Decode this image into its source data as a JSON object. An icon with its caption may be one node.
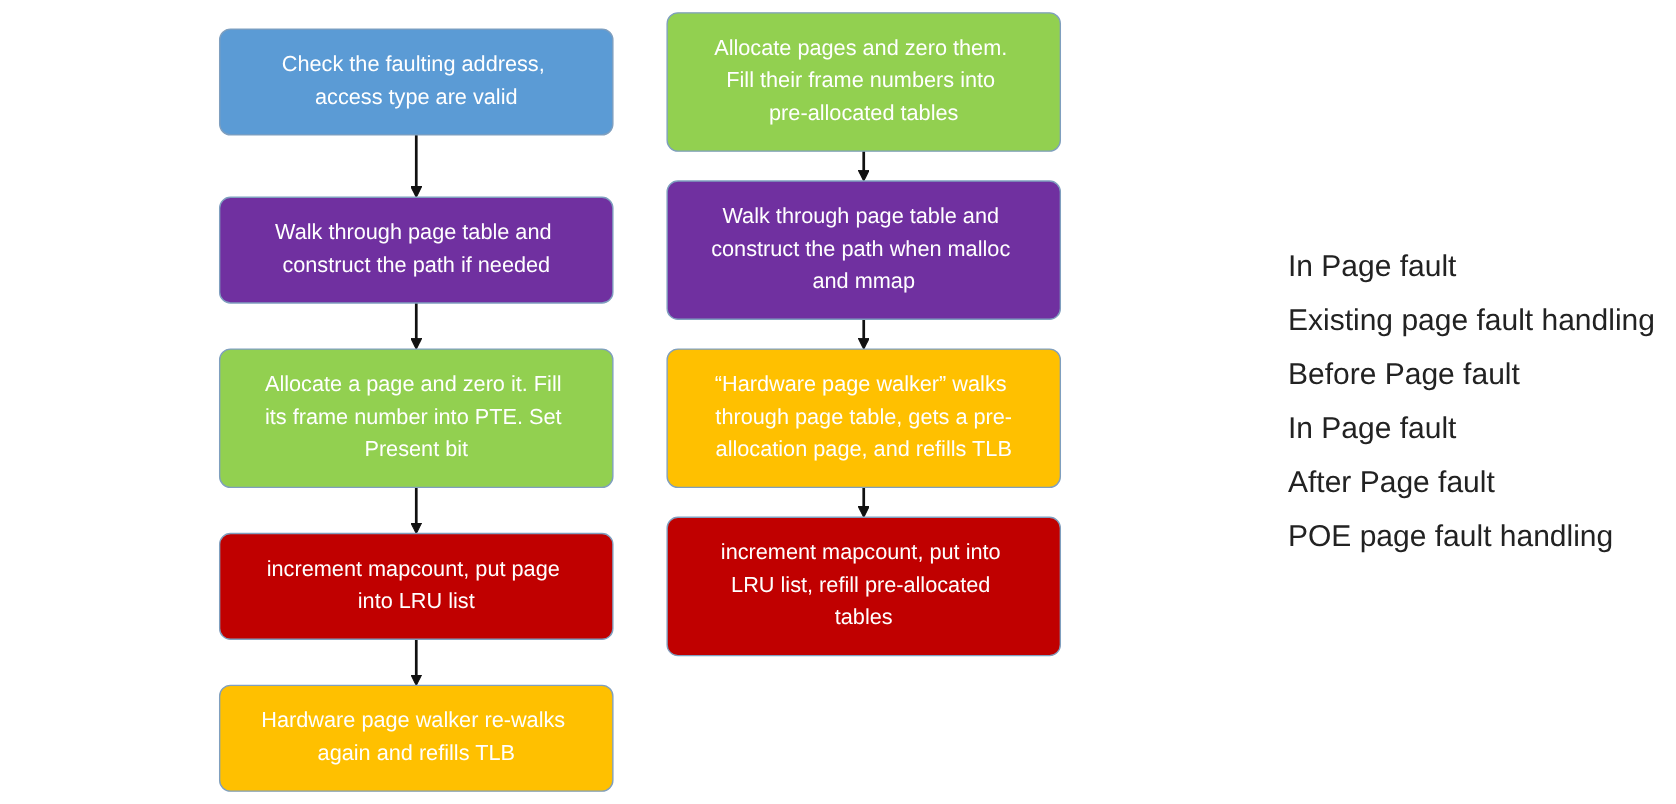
{
  "diagram": {
    "nodes": [
      {
        "text": [
          "Check the faulting address, access type are valid"
        ]
      },
      {
        "text": [
          "Walk through page table and construct the path if needed"
        ]
      },
      {
        "text": [
          "Allocate a page and zero it. Fill its frame number into PTE. Set Present bit"
        ]
      },
      {
        "text": [
          "increment mapcount, put page into LRU list"
        ]
      },
      {
        "text": [
          "Hardware page walker re-walks again and refills TLB"
        ]
      },
      {
        "text": [
          "Allocate pages and zero them. Fill their frame numbers into pre-allocated tables"
        ]
      },
      {
        "text": [
          "Walk through page table and construct the path when malloc and mmap"
        ]
      },
      {
        "text": [
          "“Hardware page walker” walks through page table, gets a pre-allocation page, and refills TLB"
        ]
      },
      {
        "text": [
          "increment mapcount, put into LRU list, refill pre-allocated tables"
        ]
      }
    ],
    "edges": [
      {
        "from": 0,
        "to": 1,
        "arrow": "to"
      },
      {
        "from": 1,
        "to": 2,
        "arrow": "to"
      },
      {
        "from": 2,
        "to": 3,
        "arrow": "to"
      },
      {
        "from": 3,
        "to": 4,
        "arrow": "to"
      },
      {
        "from": 5,
        "to": 6,
        "arrow": "to"
      },
      {
        "from": 6,
        "to": 7,
        "arrow": "to"
      },
      {
        "from": 7,
        "to": 8,
        "arrow": "to"
      }
    ],
    "labels": [
      "In Page fault",
      "Existing page fault handling",
      "Before Page fault",
      "In Page fault",
      "After Page fault",
      "POE page fault handling"
    ]
  }
}
